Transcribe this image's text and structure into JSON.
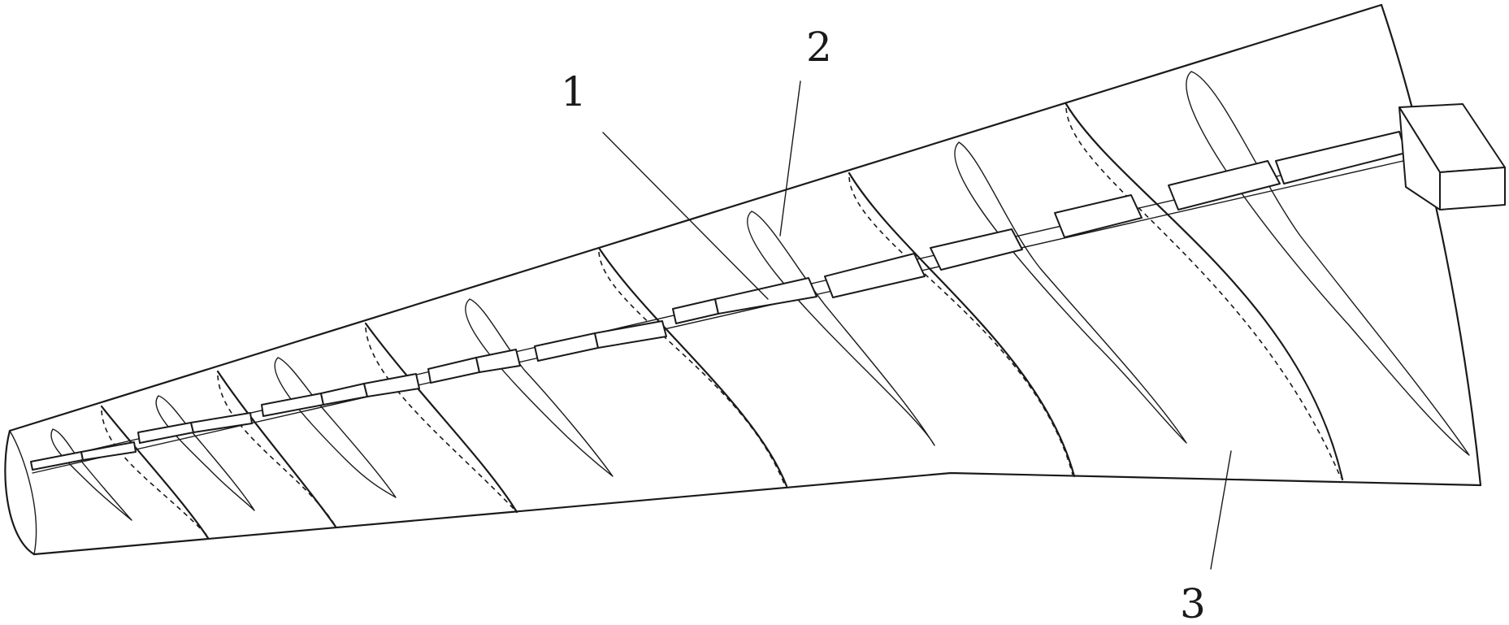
{
  "figure": {
    "callouts": [
      {
        "id": "1",
        "text": "1"
      },
      {
        "id": "2",
        "text": "2"
      },
      {
        "id": "3",
        "text": "3"
      }
    ]
  }
}
